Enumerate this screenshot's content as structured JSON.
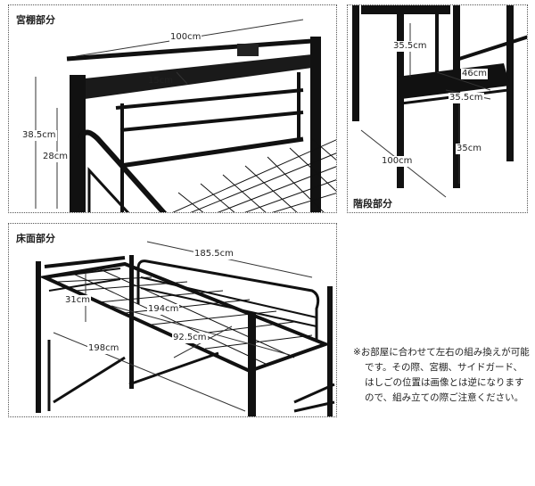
{
  "panels": {
    "shelf": {
      "title": "宮棚部分",
      "labels": {
        "width": "100cm",
        "depth": "15cm",
        "height_total": "38.5cm",
        "height_inner": "28cm"
      }
    },
    "ladder": {
      "title": "階段部分",
      "labels": {
        "step_height": "35.5cm",
        "step_width": "46cm",
        "step_depth": "35.5cm",
        "step_gap": "35cm",
        "length": "100cm"
      }
    },
    "floor": {
      "title": "床面部分",
      "labels": {
        "rail_length": "185.5cm",
        "rail_height": "31cm",
        "inner_length": "194cm",
        "inner_width": "92.5cm",
        "total_length": "198cm"
      }
    }
  },
  "note": "※お部屋に合わせて左右の組み換えが可能です。その際、宮棚、サイドガード、はしごの位置は画像とは逆になりますので、組み立ての際ご注意ください。"
}
